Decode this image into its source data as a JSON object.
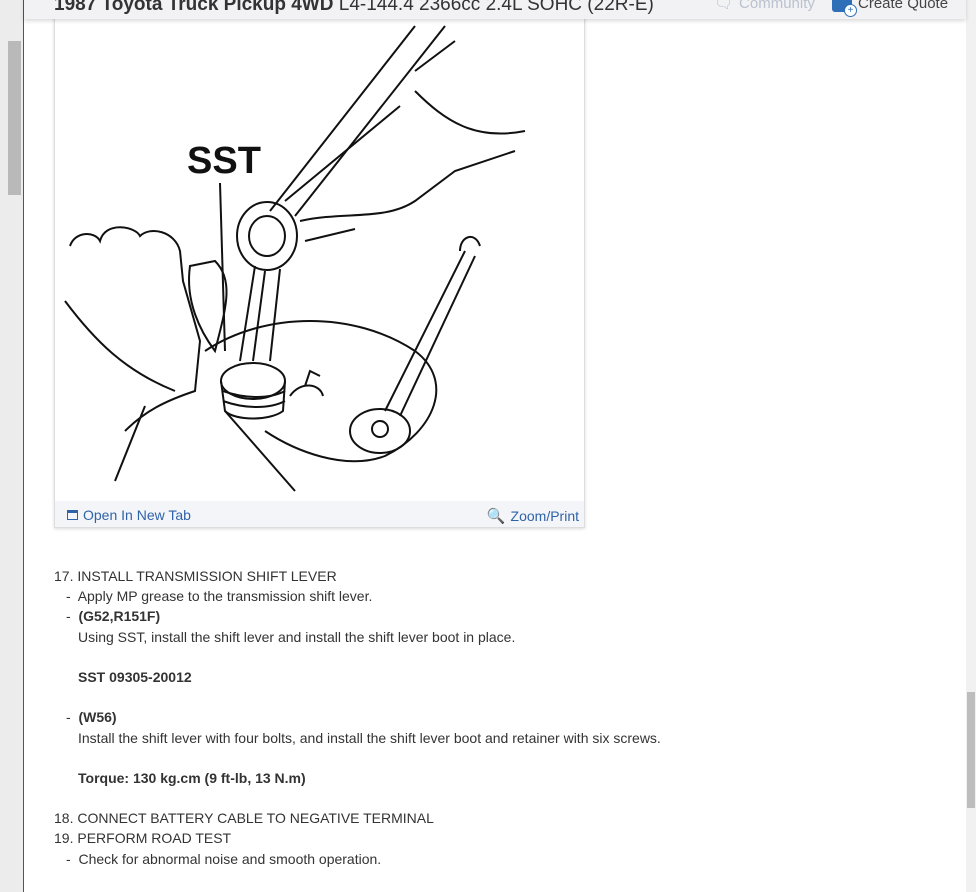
{
  "header": {
    "title_bold": "1987 Toyota Truck Pickup 4WD",
    "title_rest": "L4-144.4 2366cc 2.4L SOHC (22R-E)",
    "community_label": "Community",
    "create_quote_label": "Create Quote"
  },
  "figure": {
    "label_in_image": "SST",
    "open_new_tab": "Open In New Tab",
    "zoom_print": "Zoom/Print"
  },
  "steps": [
    {
      "text": "17. INSTALL TRANSMISSION SHIFT LEVER"
    },
    {
      "dash": "-",
      "text": "Apply MP grease to the transmission shift lever."
    },
    {
      "dash": "-",
      "text": "(G52,R151F)"
    },
    {
      "text": "Using SST, install the shift lever and install the shift lever boot in place."
    },
    {
      "text": "SST 09305-20012"
    },
    {
      "dash": "-",
      "text": "(W56)"
    },
    {
      "text": "Install the shift lever with four bolts, and install the shift lever boot and retainer with six screws."
    },
    {
      "text": "Torque: 130 kg.cm (9 ft-lb, 13 N.m)"
    },
    {
      "text": "18. CONNECT BATTERY CABLE TO NEGATIVE TERMINAL"
    },
    {
      "text": "19. PERFORM ROAD TEST"
    },
    {
      "dash": "-",
      "text": "Check for abnormal noise and smooth operation."
    }
  ]
}
